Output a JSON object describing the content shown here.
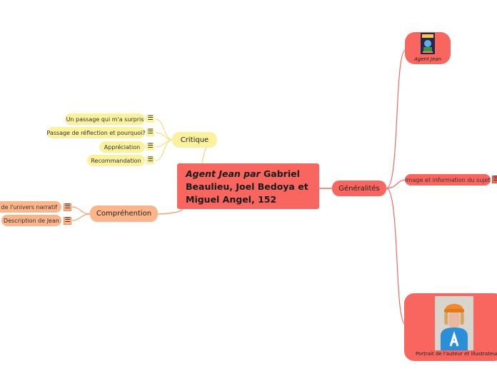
{
  "central": {
    "title_italic": "Agent Jean par",
    "title_rest": " Gabriel Beaulieu, Joel Bedoya et Miguel Angel, 152"
  },
  "critique": {
    "label": "Critique",
    "subtopics": [
      "Un passage qui m'a surpris",
      "Passage de réflection et pourquoi?",
      "Appréciation",
      "Recommandation"
    ]
  },
  "comprehension": {
    "label": "Compréhention",
    "subtopics": [
      "Résumé de l'univers narratif",
      "Description de Jean"
    ]
  },
  "generalites": {
    "label": "Généralités",
    "subtopics": [
      "Agent Jean",
      "Image et information du sujet",
      "Portrait de l'auteur et illustrateur"
    ]
  },
  "icons": [
    "notes-icon",
    "book-cover-image",
    "author-portrait-image"
  ],
  "colors": {
    "central": "#f9665f",
    "critique": "#fbf19f",
    "comprehension": "#fcb48a",
    "generalites": "#f9665f",
    "link_yellow": "#f3e27a",
    "link_orange": "#f7a26e",
    "link_red": "#f26a5e"
  }
}
